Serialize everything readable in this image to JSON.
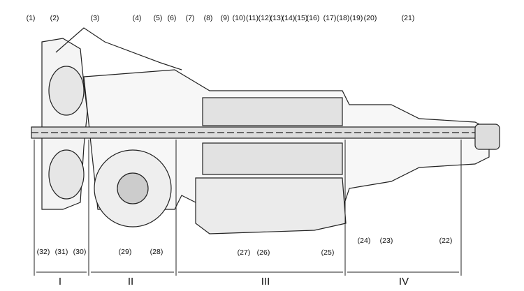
{
  "diagram": {
    "title": "Automatic transmission cross-section",
    "top_labels": [
      "(1)",
      "(2)",
      "(3)",
      "(4)",
      "(5)",
      "(6)",
      "(7)",
      "(8)",
      "(9)",
      "(10)",
      "(11)",
      "(12)",
      "(13)",
      "(14)",
      "(15)",
      "(16)",
      "(17)",
      "(18)",
      "(19)",
      "(20)",
      "(21)"
    ],
    "bottom_labels": [
      "(32)",
      "(31)",
      "(30)",
      "(29)",
      "(28)",
      "(27)",
      "(26)",
      "(25)",
      "(24)",
      "(23)",
      "(22)"
    ],
    "sections": [
      "I",
      "II",
      "III",
      "IV"
    ]
  }
}
